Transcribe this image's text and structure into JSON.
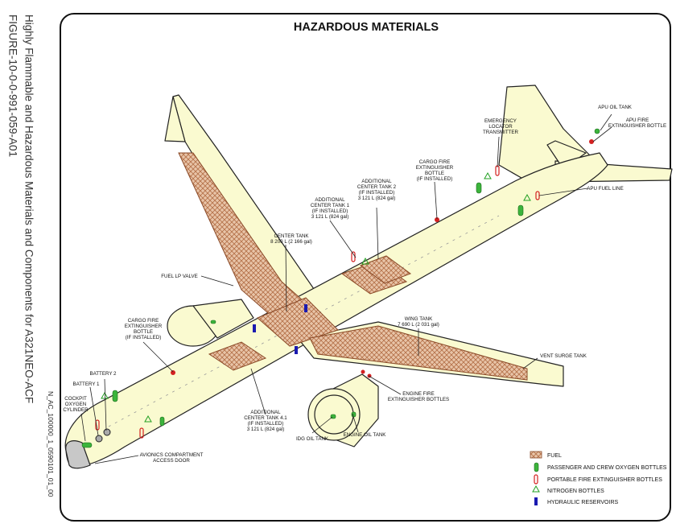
{
  "caption": {
    "line1": "Highly Flammable and Hazardous Materials and Components for A321NEO-ACF",
    "line2": "FIGURE-10-0-0-991-059-A01"
  },
  "doc_code": "N_AC_100000_1_0590101_01_00",
  "title": "HAZARDOUS MATERIALS",
  "colors": {
    "fuselage": "#fafad0",
    "fuel": "#e8c4a8",
    "fuel_hatch": "#b86a40",
    "oxygen": "#3cb43c",
    "extinguisher": "#d42020",
    "nitrogen": "#22a022",
    "hydraulic": "#1a1ab0",
    "outline": "#222222"
  },
  "labels": {
    "apu_oil_tank": "APU OIL TANK",
    "apu_fire_ext": [
      "APU FIRE",
      "EXTINGUISHER BOTTLE"
    ],
    "elt": [
      "EMERGENCY",
      "LOCATOR",
      "TRANSMITTER"
    ],
    "cargo_fire_aft": [
      "CARGO FIRE",
      "EXTINGUISHER",
      "BOTTLE",
      "(IF INSTALLED)"
    ],
    "apu_fuel_line": "APU FUEL LINE",
    "act2": [
      "ADDITIONAL",
      "CENTER TANK 2",
      "(IF INSTALLED)",
      "3 121 L (824 gal)"
    ],
    "act1": [
      "ADDITIONAL",
      "CENTER TANK 1",
      "(IF INSTALLED)",
      "3 121 L (824 gal)"
    ],
    "center_tank": [
      "CENTER TANK",
      "8 200 L (2 166 gal)"
    ],
    "fuel_lp_valve": "FUEL LP VALVE",
    "cargo_fire_fwd": [
      "CARGO FIRE",
      "EXTINGUISHER",
      "BOTTLE",
      "(IF INSTALLED)"
    ],
    "wing_tank": [
      "WING TANK",
      "7 690 L (2 031 gal)"
    ],
    "vent_surge": "VENT SURGE TANK",
    "battery2": "BATTERY 2",
    "battery1": "BATTERY 1",
    "cockpit_oxy": [
      "COCKPIT",
      "OXYGEN",
      "CYLINDER"
    ],
    "engine_fire": [
      "ENGINE FIRE",
      "EXTINGUISHER BOTTLES"
    ],
    "act4": [
      "ADDITIONAL",
      "CENTER TANK 4.1",
      "(IF INSTALLED)",
      "3 121 L (824 gal)"
    ],
    "idg_oil": "IDG OIL TANK",
    "engine_oil": "ENGINE OIL TANK",
    "avionics": [
      "AVIONICS COMPARTMENT",
      "ACCESS DOOR"
    ]
  },
  "legend": [
    {
      "key": "fuel",
      "label": "FUEL",
      "icon": "fuel-swatch"
    },
    {
      "key": "oxygen",
      "label": "PASSENGER AND CREW OXYGEN BOTTLES",
      "icon": "oxygen-bottle-icon"
    },
    {
      "key": "extinguisher",
      "label": "PORTABLE FIRE EXTINGUISHER BOTTLES",
      "icon": "extinguisher-icon"
    },
    {
      "key": "nitrogen",
      "label": "NITROGEN BOTTLES",
      "icon": "nitrogen-triangle-icon"
    },
    {
      "key": "hydraulic",
      "label": "HYDRAULIC RESERVOIRS",
      "icon": "hydraulic-bar-icon"
    }
  ]
}
